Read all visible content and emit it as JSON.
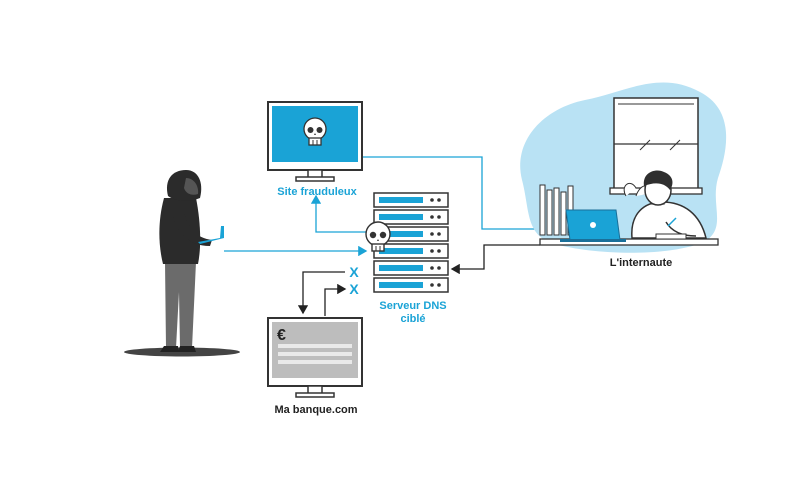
{
  "labels": {
    "fraud_site": "Site frauduleux",
    "dns_line1": "Serveur DNS",
    "dns_line2": "ciblé",
    "user": "L'internaute",
    "bank": "Ma banque.com"
  },
  "bank_screen_symbol": "€",
  "blocked_marks": [
    "X",
    "X"
  ],
  "icons": {
    "fraud_site_screen": "skull-icon",
    "dns_server": "skull-icon",
    "bank_screen": "euro-icon"
  },
  "colors": {
    "accent_blue": "#1aa3d6",
    "light_blue": "#b9e2f4",
    "dark": "#222222",
    "gray": "#8c8c8c"
  }
}
